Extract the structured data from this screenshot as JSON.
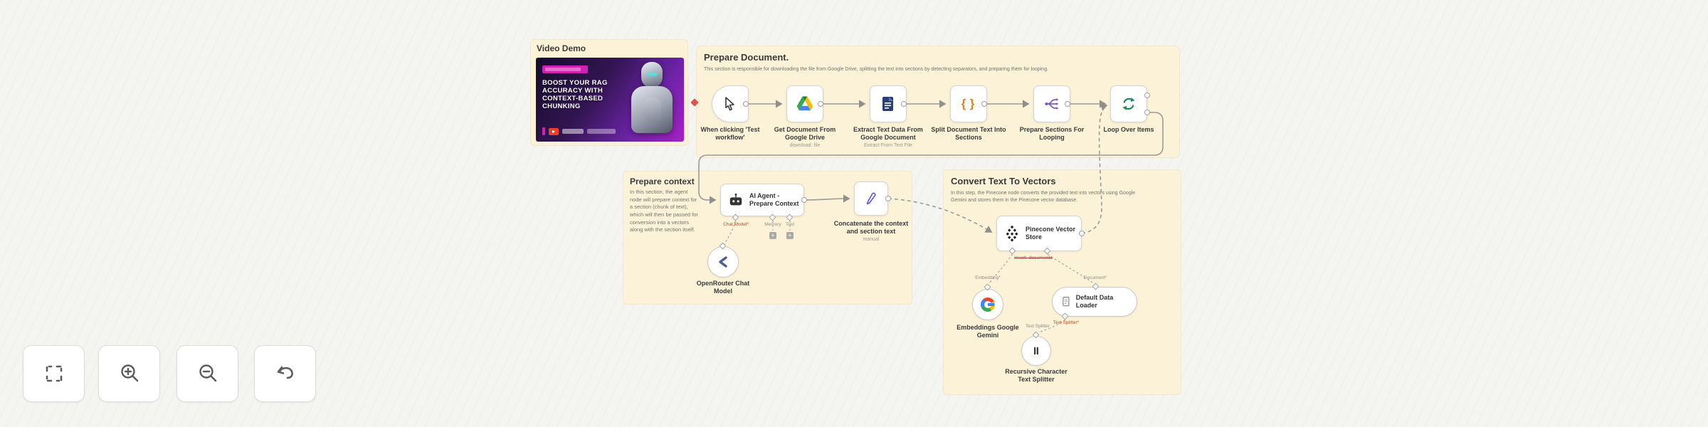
{
  "stickies": {
    "video": {
      "title": "Video Demo",
      "thumb_heading": "BOOST YOUR RAG\nACCURACY WITH\nCONTEXT-BASED\nCHUNKING",
      "badge_icon": "category-badge",
      "logo_icons": [
        "magenta-bar-logo",
        "youtube-logo",
        "partner-logo",
        "partner-logo"
      ]
    },
    "prepare_document": {
      "title": "Prepare Document.",
      "description": "This section is responsible for downloading the file from Google Drive, splitting the text into sections by detecting separators, and preparing them for looping."
    },
    "prepare_context": {
      "title": "Prepare context",
      "description": "In this section, the agent node will prepare context for a section (chunk of text), which will then be passed for conversion into a vectors along with the section itself."
    },
    "convert_vectors": {
      "title": "Convert Text To Vectors",
      "description": "In this step, the Pinecone node converts the provided text into vectors using Google Gemini and stores them in the Pinecone vector database."
    }
  },
  "nodes": {
    "trigger": {
      "label": "When clicking 'Test\nworkflow'",
      "icon": "cursor-icon"
    },
    "gdrive": {
      "label": "Get Document From\nGoogle Drive",
      "subtitle": "download: file",
      "icon": "google-drive-icon"
    },
    "extract": {
      "label": "Extract Text Data From\nGoogle Document",
      "subtitle": "Extract From Text File",
      "icon": "google-docs-icon"
    },
    "code": {
      "label": "Split Document Text Into\nSections",
      "icon": "code-braces-icon"
    },
    "sections": {
      "label": "Prepare Sections For\nLooping",
      "icon": "split-out-icon"
    },
    "loop": {
      "label": "Loop Over Items",
      "icon": "loop-arrows-icon"
    },
    "agent": {
      "title": "AI Agent -\nPrepare Context",
      "icon": "robot-icon",
      "ports": {
        "chat_model": "Chat Model*",
        "memory": "Memory",
        "tool": "Tool"
      }
    },
    "openrouter": {
      "label": "OpenRouter Chat\nModel",
      "icon": "openrouter-icon"
    },
    "concat": {
      "label": "Concatenate the context\nand section text",
      "subtitle": "manual",
      "icon": "pencil-icon"
    },
    "pinecone": {
      "title": "Pinecone Vector\nStore",
      "subtitle": "insert: documents",
      "icon": "pinecone-icon",
      "ports": {
        "embedding": "Embedding*",
        "document": "Document*"
      }
    },
    "gemini": {
      "label": "Embeddings Google\nGemini",
      "icon": "google-g-icon"
    },
    "loader": {
      "title": "Default Data Loader",
      "icon": "document-icon",
      "port_text_splitter": "Text Splitter*"
    },
    "splitter": {
      "label": "Recursive Character\nText Splitter",
      "icon": "pause-bars-icon",
      "port_label": "Text Splitter"
    }
  },
  "controls": {
    "fit_view": "fit-view-button",
    "zoom_in": "zoom-in-button",
    "zoom_out": "zoom-out-button",
    "reset": "undo-zoom-button"
  },
  "colors": {
    "canvas": "#f4f4f1",
    "sticky": "#fbf2d8",
    "connection": "#9b9a97",
    "required_port_label": "#bf4d28",
    "code_icon": "#e8821e",
    "loop_icon": "#188a52",
    "split_out_icon": "#7d5bbe",
    "pencil_icon": "#5b50e0",
    "thumb_magenta": "#d41fb4",
    "youtube_red": "#f03e2e",
    "google_blue": "#4285f4",
    "google_red": "#ea4335",
    "google_yellow": "#fbbc05",
    "google_green": "#34a853"
  }
}
